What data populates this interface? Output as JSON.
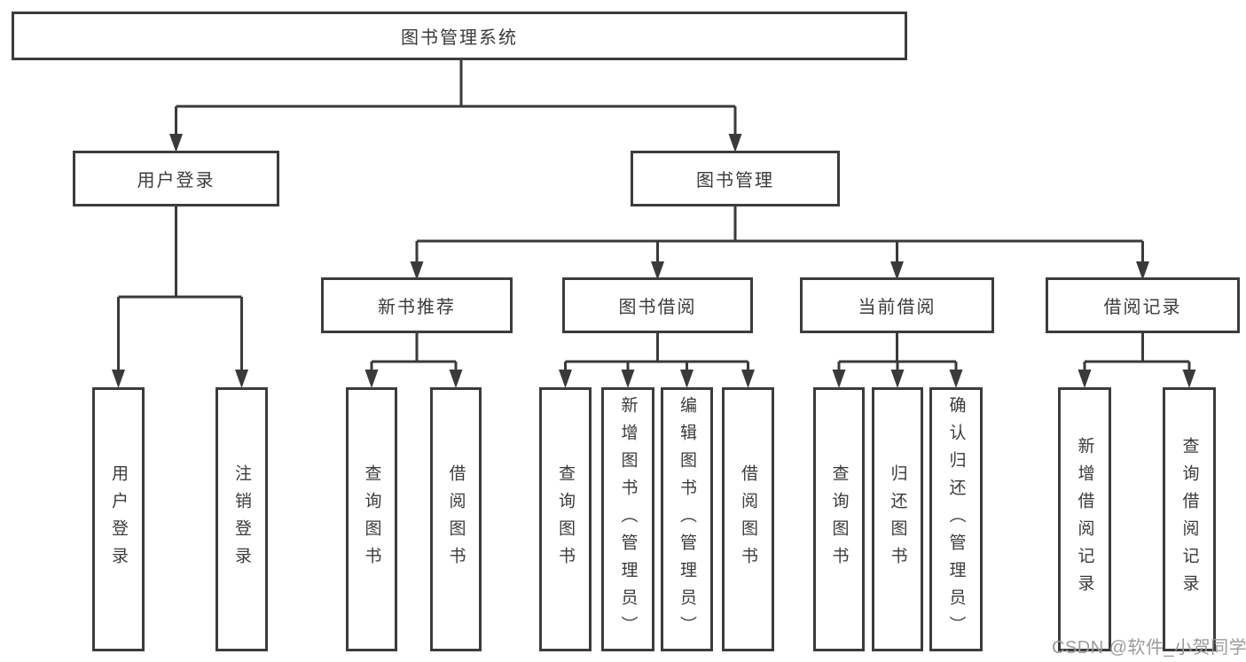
{
  "diagram": {
    "title": "图书管理系统",
    "level2": {
      "user_login": "用户登录",
      "book_mgmt": "图书管理"
    },
    "level3": {
      "new_books": "新书推荐",
      "book_borrow": "图书借阅",
      "current_borrow": "当前借阅",
      "borrow_records": "借阅记录"
    },
    "leaves": {
      "user_login": [
        "用户登录",
        "注销登录"
      ],
      "new_books": [
        "查询图书",
        "借阅图书"
      ],
      "book_borrow": [
        "查询图书",
        "新增图书（管理员）",
        "编辑图书（管理员）",
        "借阅图书"
      ],
      "current_borrow": [
        "查询图书",
        "归还图书",
        "确认归还（管理员）"
      ],
      "borrow_records": [
        "新增借阅记录",
        "查询借阅记录"
      ]
    }
  },
  "watermark": "CSDN @软件_小贺同学",
  "colors": {
    "line": "#3a3a3a",
    "box_border": "#3c3c3c",
    "text": "#3b3b3b",
    "watermark": "#9b9b9b",
    "background": "#ffffff"
  }
}
